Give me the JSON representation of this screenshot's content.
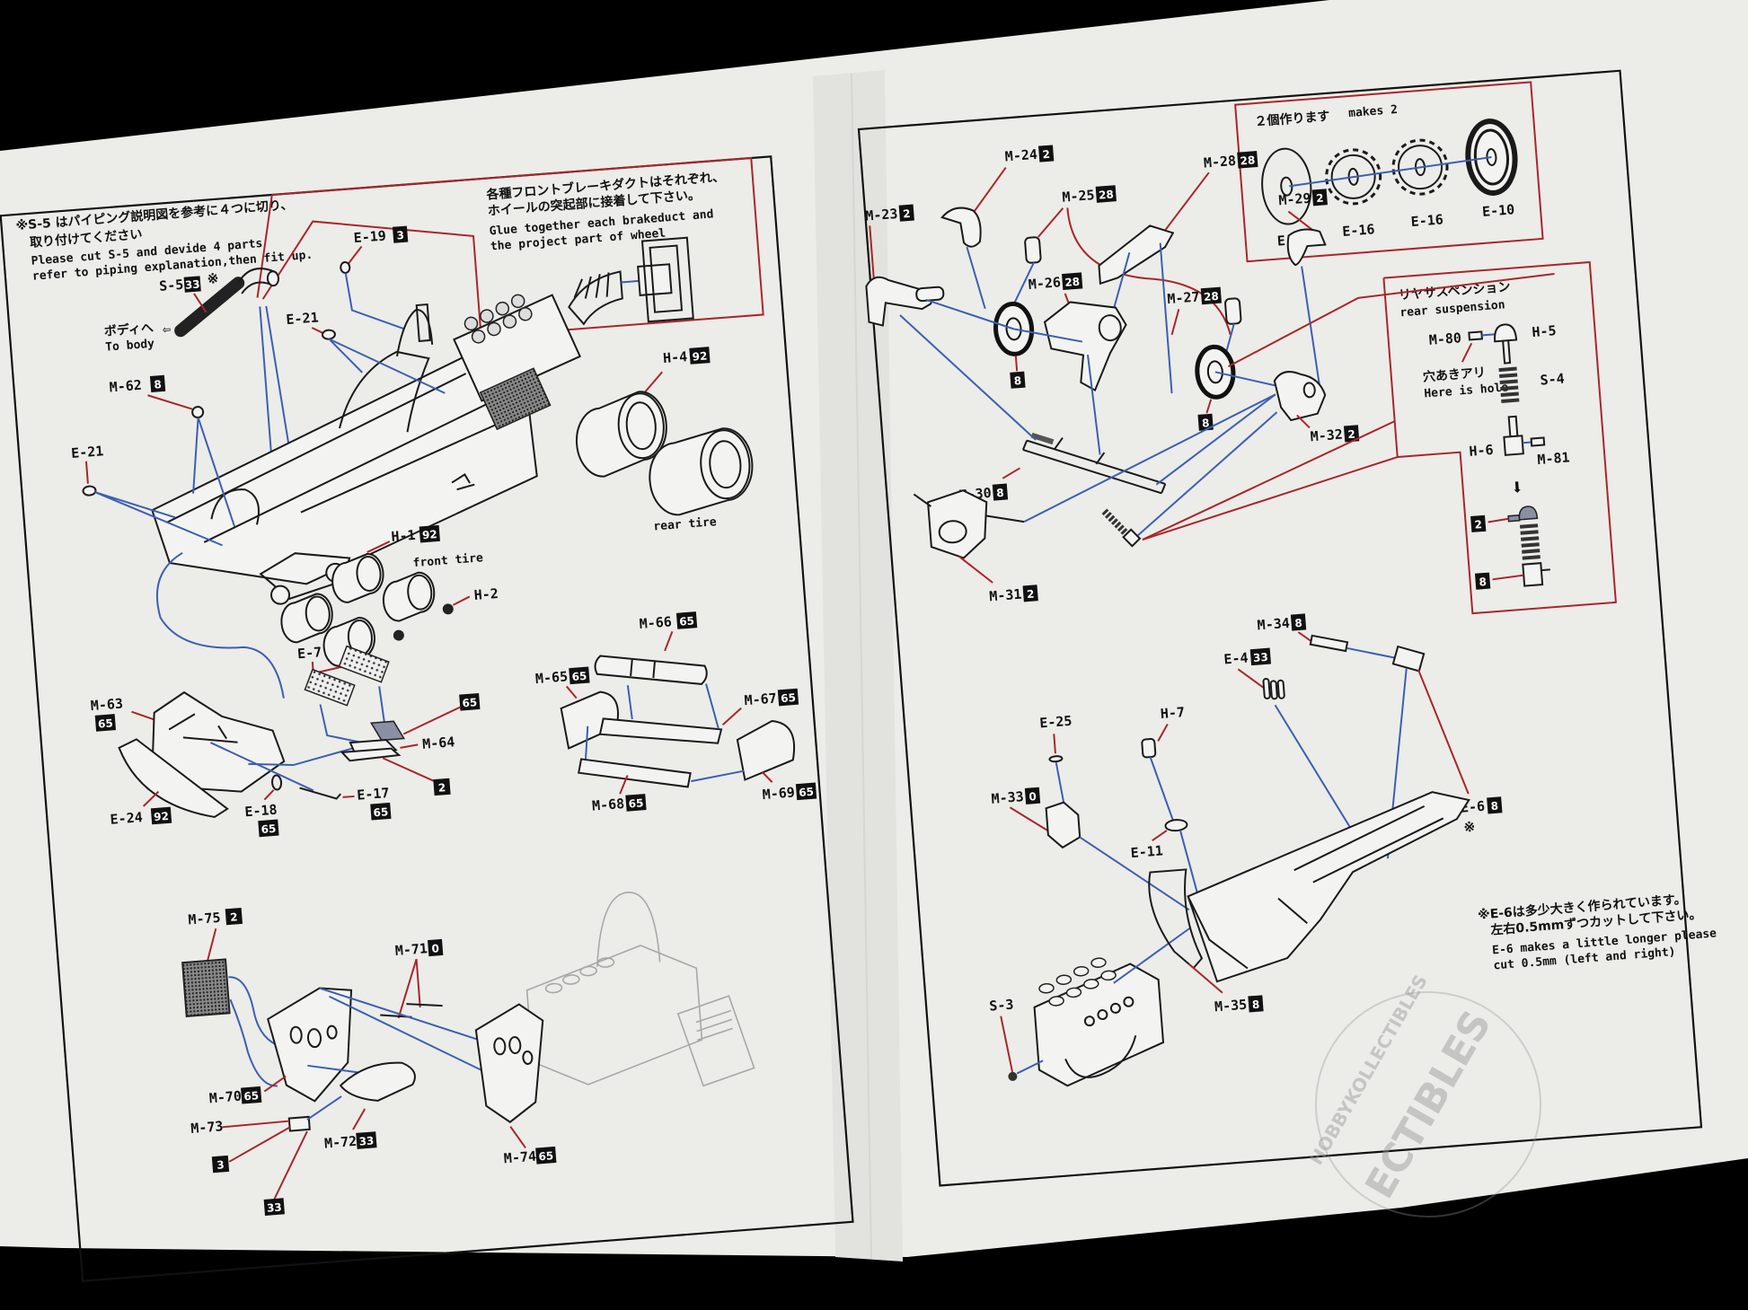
{
  "document": {
    "type": "model kit instruction sheet",
    "accent_colors": {
      "leader_red": "#a8262c",
      "connector_blue": "#3c5fb0",
      "paper": "#ecece9"
    }
  },
  "left_page": {
    "note_s5": {
      "jp_line1": "※S-5 はパイピング説明図を参考に４つに切り、",
      "jp_line2": "取り付けてください",
      "en_line1": "Please cut S-5 and devide 4 parts",
      "en_line2": "refer to piping explanation,then fit up."
    },
    "note_brakeduct": {
      "jp_line1": "各種フロントブレーキダクトはそれぞれ、",
      "jp_line2": "ホイールの突起部に接着して下さい。",
      "en_line1": "Glue together each brakeduct and",
      "en_line2": "the project part of wheel"
    },
    "to_body": {
      "jp": "ボディへ",
      "en": "To body"
    },
    "captions": {
      "front_tire": "front tire",
      "rear_tire": "rear tire"
    },
    "parts": [
      {
        "id": "s5",
        "label": "S-5",
        "badge": "33",
        "mark": "※"
      },
      {
        "id": "e19",
        "label": "E-19",
        "badge": "3"
      },
      {
        "id": "e21a",
        "label": "E-21"
      },
      {
        "id": "e21b",
        "label": "E-21"
      },
      {
        "id": "m62",
        "label": "M-62",
        "badge": "8"
      },
      {
        "id": "h4",
        "label": "H-4",
        "badge": "92"
      },
      {
        "id": "h1",
        "label": "H-1",
        "badge": "92"
      },
      {
        "id": "h2",
        "label": "H-2"
      },
      {
        "id": "e7",
        "label": "E-7"
      },
      {
        "id": "m63",
        "label": "M-63",
        "badge": "65"
      },
      {
        "id": "e24",
        "label": "E-24",
        "badge": "92"
      },
      {
        "id": "e18",
        "label": "E-18",
        "badge": "65"
      },
      {
        "id": "e17",
        "label": "E-17",
        "badge": "65"
      },
      {
        "id": "m64",
        "label": "M-64"
      },
      {
        "id": "m64_top",
        "badge": "65"
      },
      {
        "id": "m64_base",
        "badge": "2"
      },
      {
        "id": "m66",
        "label": "M-66",
        "badge": "65"
      },
      {
        "id": "m65",
        "label": "M-65",
        "badge": "65"
      },
      {
        "id": "m67",
        "label": "M-67",
        "badge": "65"
      },
      {
        "id": "m68",
        "label": "M-68",
        "badge": "65"
      },
      {
        "id": "m69",
        "label": "M-69",
        "badge": "65"
      },
      {
        "id": "m75",
        "label": "M-75",
        "badge": "2"
      },
      {
        "id": "m71",
        "label": "M-71",
        "badge": "0"
      },
      {
        "id": "m70",
        "label": "M-70",
        "badge": "65"
      },
      {
        "id": "m73",
        "label": "M-73"
      },
      {
        "id": "m73_a",
        "badge": "3"
      },
      {
        "id": "m73_b",
        "badge": "33"
      },
      {
        "id": "m72",
        "label": "M-72",
        "badge": "33"
      },
      {
        "id": "m74",
        "label": "M-74",
        "badge": "65"
      }
    ]
  },
  "right_page": {
    "brake_box": {
      "jp": "２個作ります",
      "en": "makes 2",
      "parts": [
        "E-10",
        "E-16",
        "E-16",
        "E-10"
      ]
    },
    "rear_suspension": {
      "jp": "リヤサスペンション",
      "en": "rear suspension",
      "hole_jp": "穴あきアリ",
      "hole_en": "Here is hole",
      "parts": [
        {
          "id": "m80",
          "label": "M-80"
        },
        {
          "id": "h5",
          "label": "H-5"
        },
        {
          "id": "s4",
          "label": "S-4"
        },
        {
          "id": "h6",
          "label": "H-6"
        },
        {
          "id": "m81",
          "label": "M-81"
        },
        {
          "id": "top_badge",
          "badge": "2"
        },
        {
          "id": "bottom_badge",
          "badge": "8"
        }
      ]
    },
    "note_e6": {
      "jp_line1": "※E-6は多少大きく作られています。",
      "jp_line2": "左右0.5mmずつカットして下さい。",
      "en_line1": "E-6 makes a little longer please",
      "en_line2": "cut 0.5mm (left and right)"
    },
    "parts": [
      {
        "id": "m23",
        "label": "M-23",
        "badge": "2"
      },
      {
        "id": "m24",
        "label": "M-24",
        "badge": "2"
      },
      {
        "id": "m25",
        "label": "M-25",
        "badge": "28"
      },
      {
        "id": "m28",
        "label": "M-28",
        "badge": "28"
      },
      {
        "id": "m29",
        "label": "M-29",
        "badge": "2"
      },
      {
        "id": "m26",
        "label": "M-26",
        "badge": "28"
      },
      {
        "id": "m27",
        "label": "M-27",
        "badge": "28"
      },
      {
        "id": "disc_l",
        "badge": "8"
      },
      {
        "id": "disc_r",
        "badge": "8"
      },
      {
        "id": "m30",
        "label": "M-30",
        "badge": "8"
      },
      {
        "id": "m32",
        "label": "M-32",
        "badge": "2"
      },
      {
        "id": "m31",
        "label": "M-31",
        "badge": "2"
      },
      {
        "id": "m34",
        "label": "M-34",
        "badge": "8"
      },
      {
        "id": "e4",
        "label": "E-4",
        "badge": "33"
      },
      {
        "id": "e25",
        "label": "E-25"
      },
      {
        "id": "h7",
        "label": "H-7"
      },
      {
        "id": "m33",
        "label": "M-33",
        "badge": "0"
      },
      {
        "id": "e11",
        "label": "E-11"
      },
      {
        "id": "e6",
        "label": "E-6",
        "badge": "8",
        "mark": "※"
      },
      {
        "id": "s3",
        "label": "S-3"
      },
      {
        "id": "m35",
        "label": "M-35",
        "badge": "8"
      }
    ]
  },
  "watermark": {
    "text": "HOBBYKOLLECTIBLES",
    "big": "ECTIBLES"
  }
}
